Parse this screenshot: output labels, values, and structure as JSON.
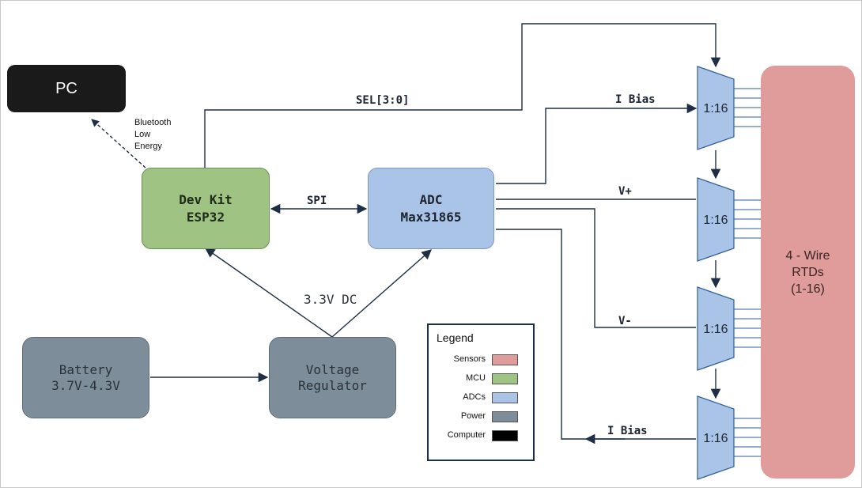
{
  "nodes": {
    "pc": {
      "label": "PC"
    },
    "mcu": {
      "line1": "Dev Kit",
      "line2": "ESP32"
    },
    "adc": {
      "line1": "ADC",
      "line2": "Max31865"
    },
    "battery": {
      "line1": "Battery",
      "line2": "3.7V-4.3V"
    },
    "regulator": {
      "line1": "Voltage",
      "line2": "Regulator"
    },
    "rtd": {
      "line1": "4 - Wire",
      "line2": "RTDs",
      "line3": "(1-16)"
    },
    "mux_label": "1:16"
  },
  "edges": {
    "ble_line1": "Bluetooth",
    "ble_line2": "Low",
    "ble_line3": "Energy",
    "spi": "SPI",
    "power": "3.3V DC",
    "sel": "SEL[3:0]",
    "ibias_top": "I Bias",
    "vplus": "V+",
    "vminus": "V-",
    "ibias_bottom": "I Bias"
  },
  "legend": {
    "title": "Legend",
    "items": [
      {
        "label": "Sensors",
        "color": "#e09c9a"
      },
      {
        "label": "MCU",
        "color": "#9fc383"
      },
      {
        "label": "ADCs",
        "color": "#a9c4e6"
      },
      {
        "label": "Power",
        "color": "#7d8d9a"
      },
      {
        "label": "Computer",
        "color": "#000000"
      }
    ]
  },
  "colors": {
    "mux_fill": "#a9c4e6",
    "mux_stroke": "#2a5d9a",
    "line": "#1e2f45"
  }
}
